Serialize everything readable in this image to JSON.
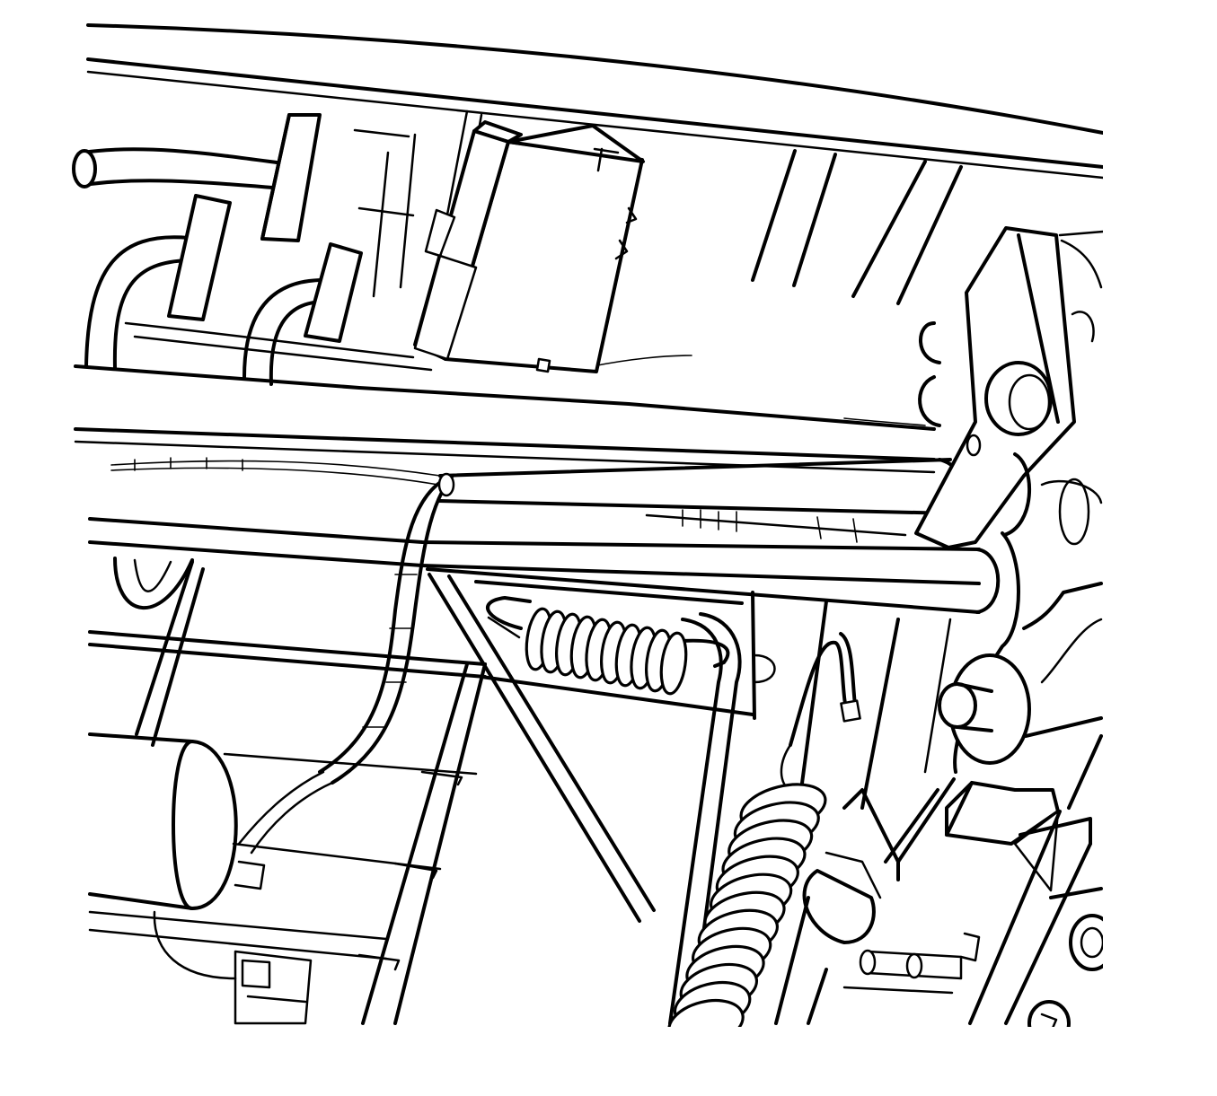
{
  "image": {
    "style": "black line art on white",
    "colors": {
      "line": "#000000",
      "background": "#ffffff"
    },
    "upper_coil_turns": 10,
    "lower_coil_turns": 13
  }
}
